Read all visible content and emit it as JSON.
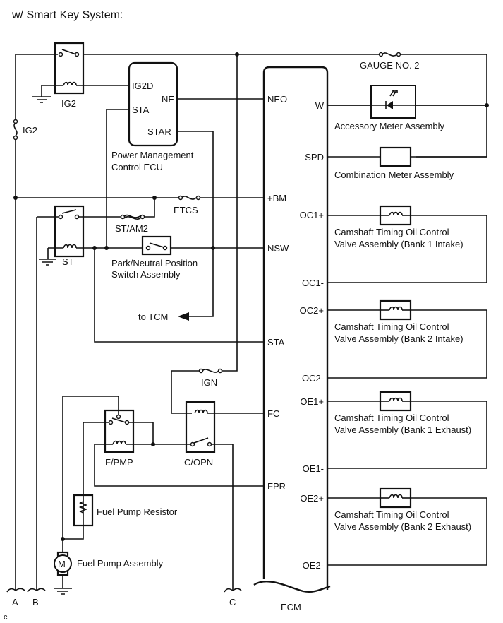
{
  "title": "w/ Smart Key System:",
  "footer_code": "c",
  "colors": {
    "line": "#111111",
    "background": "#ffffff"
  },
  "relays": {
    "ig2": "IG2",
    "st": "ST",
    "fpmp": "F/PMP",
    "copn": "C/OPN"
  },
  "fuses": {
    "ig2": "IG2",
    "gauge2": "GAUGE NO. 2",
    "etcs": "ETCS",
    "st_am2": "ST/AM2",
    "ign": "IGN"
  },
  "pm_ecu": {
    "name_line1": "Power Management",
    "name_line2": "Control ECU",
    "pins": {
      "ig2d": "IG2D",
      "sta": "STA",
      "ne": "NE",
      "star": "STAR"
    }
  },
  "ecm": {
    "name": "ECM",
    "left_pins": {
      "neo": "NEO",
      "bm": "+BM",
      "nsw": "NSW",
      "sta": "STA",
      "fc": "FC",
      "fpr": "FPR"
    },
    "right_pins": {
      "w": "W",
      "spd": "SPD",
      "oc1p": "OC1+",
      "oc1m": "OC1-",
      "oc2p": "OC2+",
      "oc2m": "OC2-",
      "oe1p": "OE1+",
      "oe1m": "OE1-",
      "oe2p": "OE2+",
      "oe2m": "OE2-"
    }
  },
  "components": {
    "accessory_meter": "Accessory Meter Assembly",
    "combination_meter": "Combination Meter Assembly",
    "pnp_switch_line1": "Park/Neutral Position",
    "pnp_switch_line2": "Switch Assembly",
    "to_tcm": "to TCM",
    "fuel_pump_resistor": "Fuel Pump Resistor",
    "fuel_pump": "Fuel Pump Assembly",
    "motor_symbol": "M",
    "ocv": [
      {
        "line1": "Camshaft Timing Oil Control",
        "line2": "Valve Assembly (Bank 1 Intake)"
      },
      {
        "line1": "Camshaft Timing Oil Control",
        "line2": "Valve Assembly (Bank 2 Intake)"
      },
      {
        "line1": "Camshaft Timing Oil Control",
        "line2": "Valve Assembly (Bank 1 Exhaust)"
      },
      {
        "line1": "Camshaft Timing Oil Control",
        "line2": "Valve Assembly (Bank 2 Exhaust)"
      }
    ]
  },
  "connectors": {
    "a": "A",
    "b": "B",
    "c": "C"
  }
}
